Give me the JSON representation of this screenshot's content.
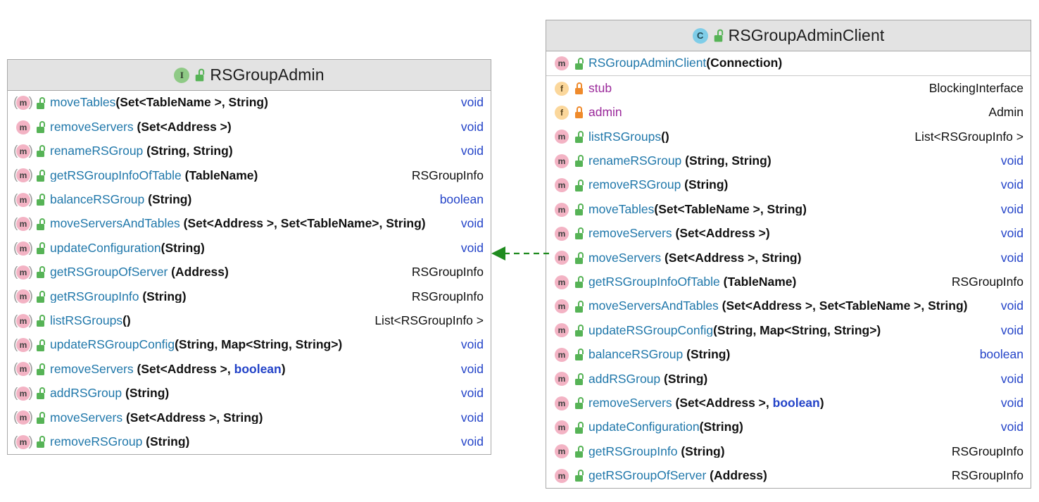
{
  "diagram": {
    "kind": "uml-class-diagram",
    "relationship": {
      "name": "realization",
      "style": "dashed",
      "color": "#1f8b1f",
      "arrowhead": "solid-triangle",
      "from": "RSGroupAdminClient",
      "to": "RSGroupAdmin"
    }
  },
  "colors": {
    "method_name": "#1f77aa",
    "field_name": "#9b2a9b",
    "params": "#111111",
    "primitive_type": "#2343c8",
    "object_type": "#111111",
    "header_bg": "#e3e3e3",
    "border": "#a8a8a8",
    "relation": "#1f8b1f"
  },
  "interface_box": {
    "title": "RSGroupAdmin",
    "type_icon": "interface-icon",
    "type_letter": "I",
    "visibility_icon": "unlocked-icon",
    "members": [
      {
        "kind": "m",
        "abstract": true,
        "visibility": "public",
        "name": "moveTables",
        "params": "(Set<TableName >, String)",
        "type": "void",
        "prim": true
      },
      {
        "kind": "m",
        "abstract": false,
        "visibility": "public",
        "name": "removeServers",
        "params": " (Set<Address >)",
        "type": "void",
        "prim": true
      },
      {
        "kind": "m",
        "abstract": true,
        "visibility": "public",
        "name": "renameRSGroup",
        "params": " (String, String)",
        "type": "void",
        "prim": true
      },
      {
        "kind": "m",
        "abstract": true,
        "visibility": "public",
        "name": "getRSGroupInfoOfTable",
        "params": " (TableName)",
        "type": "RSGroupInfo",
        "prim": false
      },
      {
        "kind": "m",
        "abstract": true,
        "visibility": "public",
        "name": "balanceRSGroup",
        "params": " (String)",
        "type": "boolean",
        "prim": true
      },
      {
        "kind": "m",
        "abstract": true,
        "visibility": "public",
        "name": "moveServersAndTables",
        "params": " (Set<Address >, Set<TableName>, String)",
        "type": "void",
        "prim": true
      },
      {
        "kind": "m",
        "abstract": true,
        "visibility": "public",
        "name": "updateConfiguration",
        "params": "(String)",
        "type": "void",
        "prim": true
      },
      {
        "kind": "m",
        "abstract": true,
        "visibility": "public",
        "name": "getRSGroupOfServer",
        "params": " (Address)",
        "type": "RSGroupInfo",
        "prim": false
      },
      {
        "kind": "m",
        "abstract": true,
        "visibility": "public",
        "name": "getRSGroupInfo",
        "params": " (String)",
        "type": "RSGroupInfo",
        "prim": false
      },
      {
        "kind": "m",
        "abstract": true,
        "visibility": "public",
        "name": "listRSGroups",
        "params": "()",
        "type": "List<RSGroupInfo >",
        "prim": false
      },
      {
        "kind": "m",
        "abstract": true,
        "visibility": "public",
        "name": "updateRSGroupConfig",
        "params": "(String, Map<String, String>)",
        "type": "void",
        "prim": true
      },
      {
        "kind": "m",
        "abstract": true,
        "visibility": "public",
        "name": "removeServers",
        "params": " (Set<Address >, boolean)",
        "type": "void",
        "prim": true,
        "param_prim_tail": "boolean"
      },
      {
        "kind": "m",
        "abstract": true,
        "visibility": "public",
        "name": "addRSGroup",
        "params": " (String)",
        "type": "void",
        "prim": true
      },
      {
        "kind": "m",
        "abstract": true,
        "visibility": "public",
        "name": "moveServers",
        "params": " (Set<Address >, String)",
        "type": "void",
        "prim": true
      },
      {
        "kind": "m",
        "abstract": true,
        "visibility": "public",
        "name": "removeRSGroup",
        "params": " (String)",
        "type": "void",
        "prim": true
      }
    ]
  },
  "class_box": {
    "title": "RSGroupAdminClient",
    "type_icon": "class-icon",
    "type_letter": "C",
    "visibility_icon": "unlocked-icon",
    "constructors": [
      {
        "kind": "m",
        "abstract": false,
        "visibility": "public",
        "name": "RSGroupAdminClient",
        "params": "(Connection)",
        "type": "",
        "prim": false
      }
    ],
    "fields": [
      {
        "kind": "f",
        "abstract": false,
        "visibility": "private",
        "name": "stub",
        "params": "",
        "type": "BlockingInterface",
        "prim": false
      },
      {
        "kind": "f",
        "abstract": false,
        "visibility": "private",
        "name": "admin",
        "params": "",
        "type": "Admin",
        "prim": false
      }
    ],
    "methods": [
      {
        "kind": "m",
        "abstract": false,
        "visibility": "public",
        "name": "listRSGroups",
        "params": "()",
        "type": "List<RSGroupInfo >",
        "prim": false
      },
      {
        "kind": "m",
        "abstract": false,
        "visibility": "public",
        "name": "renameRSGroup",
        "params": " (String, String)",
        "type": "void",
        "prim": true
      },
      {
        "kind": "m",
        "abstract": false,
        "visibility": "public",
        "name": "removeRSGroup",
        "params": " (String)",
        "type": "void",
        "prim": true
      },
      {
        "kind": "m",
        "abstract": false,
        "visibility": "public",
        "name": "moveTables",
        "params": "(Set<TableName >, String)",
        "type": "void",
        "prim": true
      },
      {
        "kind": "m",
        "abstract": false,
        "visibility": "public",
        "name": "removeServers",
        "params": " (Set<Address >)",
        "type": "void",
        "prim": true
      },
      {
        "kind": "m",
        "abstract": false,
        "visibility": "public",
        "name": "moveServers",
        "params": " (Set<Address >, String)",
        "type": "void",
        "prim": true
      },
      {
        "kind": "m",
        "abstract": false,
        "visibility": "public",
        "name": "getRSGroupInfoOfTable",
        "params": " (TableName)",
        "type": "RSGroupInfo",
        "prim": false
      },
      {
        "kind": "m",
        "abstract": false,
        "visibility": "public",
        "name": "moveServersAndTables",
        "params": " (Set<Address >, Set<TableName >, String)",
        "type": "void",
        "prim": true
      },
      {
        "kind": "m",
        "abstract": false,
        "visibility": "public",
        "name": "updateRSGroupConfig",
        "params": "(String, Map<String, String>)",
        "type": "void",
        "prim": true
      },
      {
        "kind": "m",
        "abstract": false,
        "visibility": "public",
        "name": "balanceRSGroup",
        "params": " (String)",
        "type": "boolean",
        "prim": true
      },
      {
        "kind": "m",
        "abstract": false,
        "visibility": "public",
        "name": "addRSGroup",
        "params": " (String)",
        "type": "void",
        "prim": true
      },
      {
        "kind": "m",
        "abstract": false,
        "visibility": "public",
        "name": "removeServers",
        "params": " (Set<Address >, boolean)",
        "type": "void",
        "prim": true,
        "param_prim_tail": "boolean"
      },
      {
        "kind": "m",
        "abstract": false,
        "visibility": "public",
        "name": "updateConfiguration",
        "params": "(String)",
        "type": "void",
        "prim": true
      },
      {
        "kind": "m",
        "abstract": false,
        "visibility": "public",
        "name": "getRSGroupInfo",
        "params": " (String)",
        "type": "RSGroupInfo",
        "prim": false
      },
      {
        "kind": "m",
        "abstract": false,
        "visibility": "public",
        "name": "getRSGroupOfServer",
        "params": " (Address)",
        "type": "RSGroupInfo",
        "prim": false
      }
    ]
  }
}
